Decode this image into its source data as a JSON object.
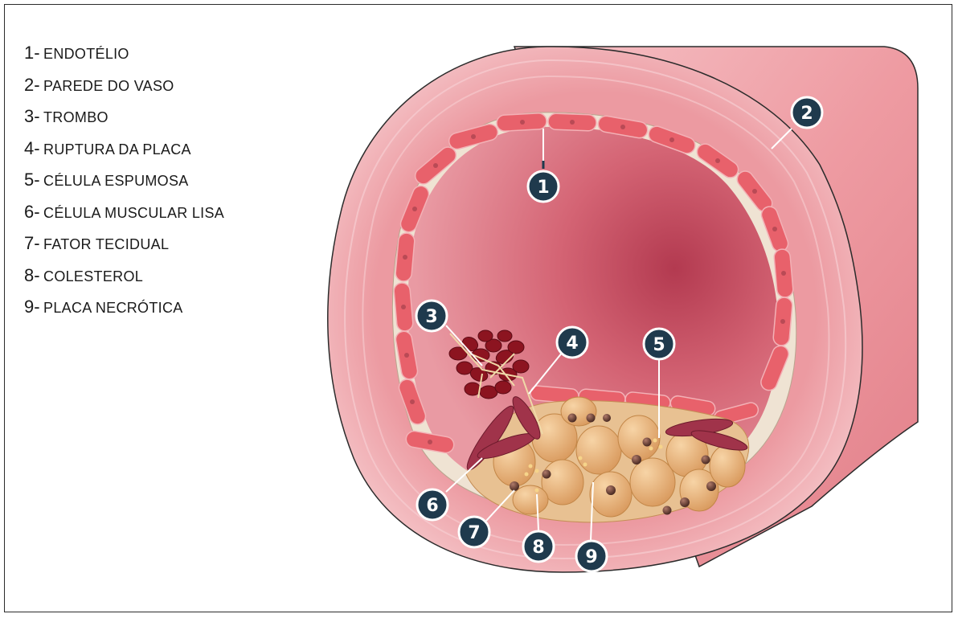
{
  "legend": [
    {
      "num": "1-",
      "label": "ENDOTÉLIO"
    },
    {
      "num": "2-",
      "label": "PAREDE DO VASO"
    },
    {
      "num": "3-",
      "label": "TROMBO"
    },
    {
      "num": "4-",
      "label": "RUPTURA DA PLACA"
    },
    {
      "num": "5-",
      "label": "CÉLULA ESPUMOSA"
    },
    {
      "num": "6-",
      "label": "CÉLULA MUSCULAR LISA"
    },
    {
      "num": "7-",
      "label": "FATOR TECIDUAL"
    },
    {
      "num": "8-",
      "label": "COLESTEROL"
    },
    {
      "num": "9-",
      "label": "PLACA NECRÓTICA"
    }
  ],
  "markers": [
    "1",
    "2",
    "3",
    "4",
    "5",
    "6",
    "7",
    "8",
    "9"
  ],
  "colors": {
    "vessel_wall": "#e68a93",
    "vessel_outer": "#f2b4b9",
    "lumen": "#c84b5e",
    "endothelium": "#e8616b",
    "plaque": "#e9b57d",
    "thrombus": "#8c1420",
    "badge": "#1f3a4d"
  }
}
